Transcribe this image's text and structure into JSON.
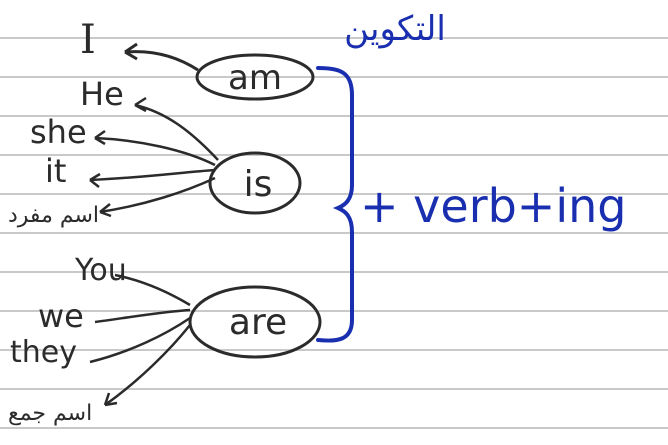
{
  "title_arabic": "التكوين",
  "verbs": [
    {
      "label": "am",
      "subjects": [
        "I"
      ]
    },
    {
      "label": "is",
      "subjects": [
        "He",
        "she",
        "it",
        "اسم مفرد"
      ]
    },
    {
      "label": "are",
      "subjects": [
        "You",
        "we",
        "they",
        "اسم جمع"
      ]
    }
  ],
  "formula": "+ verb+ing",
  "colors": {
    "pencil": "#2b2b2b",
    "ink_blue": "#1a2fb0",
    "line": "#c9c9c9"
  }
}
